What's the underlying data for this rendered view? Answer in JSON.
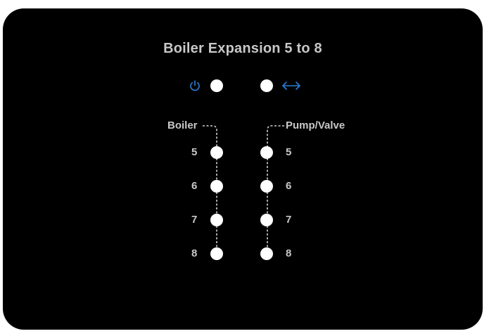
{
  "title": "Boiler Expansion 5 to 8",
  "icons": {
    "power": "power-icon",
    "link": "bidirectional-arrow-icon"
  },
  "accent_color": "#2a7fd4",
  "boiler": {
    "label": "Boiler",
    "channels": [
      "5",
      "6",
      "7",
      "8"
    ]
  },
  "pump_valve": {
    "label": "Pump/Valve",
    "channels": [
      "5",
      "6",
      "7",
      "8"
    ]
  }
}
